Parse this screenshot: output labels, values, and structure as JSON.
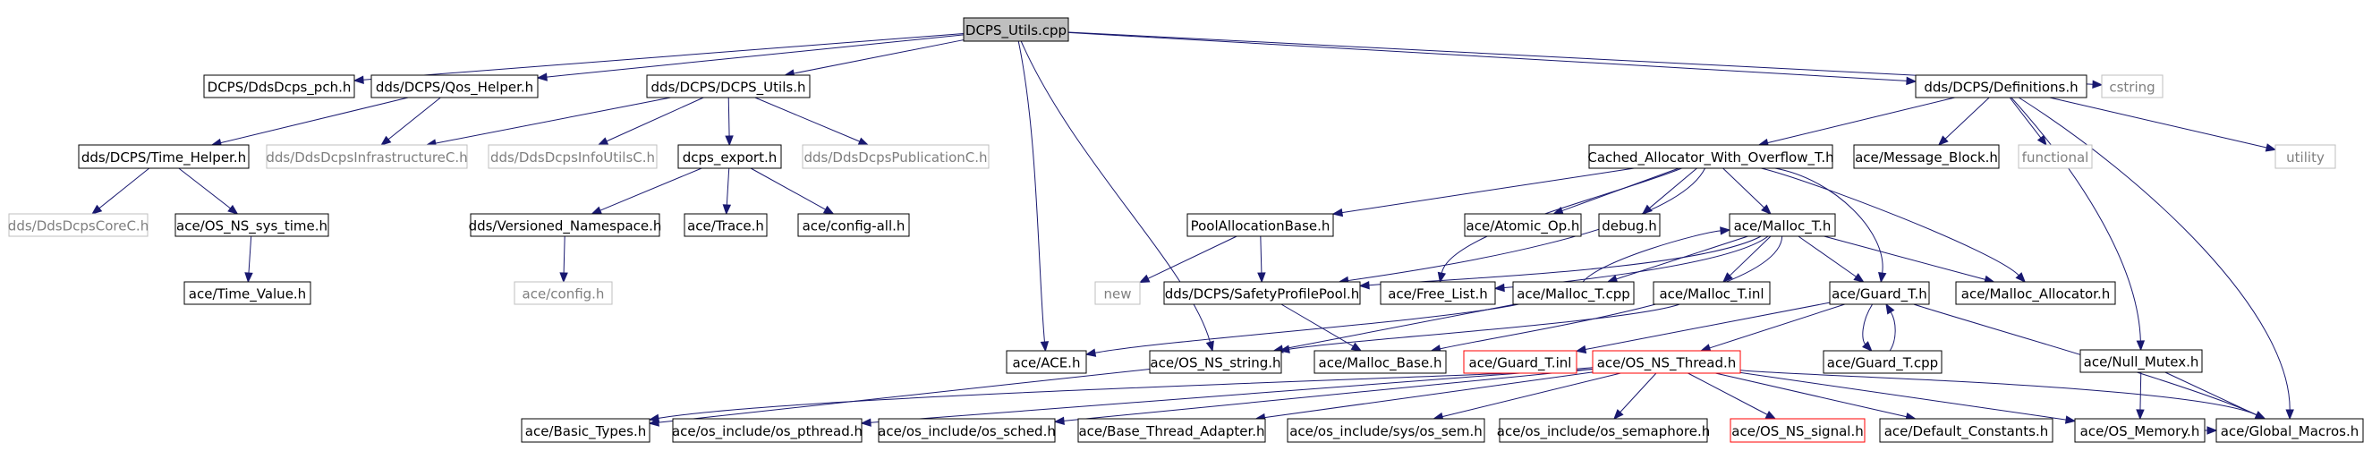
{
  "colors": {
    "edge": "#191970",
    "normal_border": "#000000",
    "normal_fill": "#ffffff",
    "root_fill": "#bfbfbf",
    "external_border": "#bfbfbf",
    "external_text": "#7f7f7f",
    "missing_border": "#ff0000",
    "text": "#000000"
  },
  "nodes": [
    {
      "id": "dcps_utils_cpp",
      "label": "DCPS_Utils.cpp",
      "style": "root"
    },
    {
      "id": "ddsdcps_pch_h",
      "label": "DCPS/DdsDcps_pch.h",
      "style": "normal"
    },
    {
      "id": "qos_helper_h",
      "label": "dds/DCPS/Qos_Helper.h",
      "style": "normal"
    },
    {
      "id": "dcps_utils_h",
      "label": "dds/DCPS/DCPS_Utils.h",
      "style": "normal"
    },
    {
      "id": "definitions_h",
      "label": "dds/DCPS/Definitions.h",
      "style": "normal"
    },
    {
      "id": "cstring",
      "label": "cstring",
      "style": "external"
    },
    {
      "id": "time_helper_h",
      "label": "dds/DCPS/Time_Helper.h",
      "style": "normal"
    },
    {
      "id": "ddsdcpsinfrastructurec_h",
      "label": "dds/DdsDcpsInfrastructureC.h",
      "style": "external"
    },
    {
      "id": "ddsdcpsinfoutilsc_h",
      "label": "dds/DdsDcpsInfoUtilsC.h",
      "style": "external"
    },
    {
      "id": "dcps_export_h",
      "label": "dcps_export.h",
      "style": "normal"
    },
    {
      "id": "ddsdcpspublicationc_h",
      "label": "dds/DdsDcpsPublicationC.h",
      "style": "external"
    },
    {
      "id": "cached_allocator_h",
      "label": "Cached_Allocator_With_Overflow_T.h",
      "style": "normal"
    },
    {
      "id": "message_block_h",
      "label": "ace/Message_Block.h",
      "style": "normal"
    },
    {
      "id": "functional",
      "label": "functional",
      "style": "external"
    },
    {
      "id": "utility",
      "label": "utility",
      "style": "external"
    },
    {
      "id": "ddsdcpscorec_h",
      "label": "dds/DdsDcpsCoreC.h",
      "style": "external"
    },
    {
      "id": "os_ns_sys_time_h",
      "label": "ace/OS_NS_sys_time.h",
      "style": "normal"
    },
    {
      "id": "versioned_namespace_h",
      "label": "dds/Versioned_Namespace.h",
      "style": "normal"
    },
    {
      "id": "trace_h",
      "label": "ace/Trace.h",
      "style": "normal"
    },
    {
      "id": "config_all_h",
      "label": "ace/config-all.h",
      "style": "normal"
    },
    {
      "id": "poolallocationbase_h",
      "label": "PoolAllocationBase.h",
      "style": "normal"
    },
    {
      "id": "atomic_op_h",
      "label": "ace/Atomic_Op.h",
      "style": "normal"
    },
    {
      "id": "debug_h",
      "label": "debug.h",
      "style": "normal"
    },
    {
      "id": "malloc_t_h",
      "label": "ace/Malloc_T.h",
      "style": "normal"
    },
    {
      "id": "time_value_h",
      "label": "ace/Time_Value.h",
      "style": "normal"
    },
    {
      "id": "config_h",
      "label": "ace/config.h",
      "style": "external"
    },
    {
      "id": "new",
      "label": "new",
      "style": "external"
    },
    {
      "id": "safetyprofilepool_h",
      "label": "dds/DCPS/SafetyProfilePool.h",
      "style": "normal"
    },
    {
      "id": "free_list_h",
      "label": "ace/Free_List.h",
      "style": "normal"
    },
    {
      "id": "malloc_t_cpp",
      "label": "ace/Malloc_T.cpp",
      "style": "normal"
    },
    {
      "id": "malloc_t_inl",
      "label": "ace/Malloc_T.inl",
      "style": "normal"
    },
    {
      "id": "guard_t_h",
      "label": "ace/Guard_T.h",
      "style": "normal"
    },
    {
      "id": "malloc_allocator_h",
      "label": "ace/Malloc_Allocator.h",
      "style": "normal"
    },
    {
      "id": "null_mutex_h",
      "label": "ace/Null_Mutex.h",
      "style": "normal"
    },
    {
      "id": "ace_h",
      "label": "ace/ACE.h",
      "style": "normal"
    },
    {
      "id": "os_ns_string_h",
      "label": "ace/OS_NS_string.h",
      "style": "normal"
    },
    {
      "id": "malloc_base_h",
      "label": "ace/Malloc_Base.h",
      "style": "normal"
    },
    {
      "id": "guard_t_inl",
      "label": "ace/Guard_T.inl",
      "style": "missing"
    },
    {
      "id": "os_ns_thread_h",
      "label": "ace/OS_NS_Thread.h",
      "style": "missing"
    },
    {
      "id": "guard_t_cpp",
      "label": "ace/Guard_T.cpp",
      "style": "normal"
    },
    {
      "id": "basic_types_h",
      "label": "ace/Basic_Types.h",
      "style": "normal"
    },
    {
      "id": "os_pthread_h",
      "label": "ace/os_include/os_pthread.h",
      "style": "normal"
    },
    {
      "id": "os_sched_h",
      "label": "ace/os_include/os_sched.h",
      "style": "normal"
    },
    {
      "id": "base_thread_adapter_h",
      "label": "ace/Base_Thread_Adapter.h",
      "style": "normal"
    },
    {
      "id": "os_sem_h",
      "label": "ace/os_include/sys/os_sem.h",
      "style": "normal"
    },
    {
      "id": "os_semaphore_h",
      "label": "ace/os_include/os_semaphore.h",
      "style": "normal"
    },
    {
      "id": "os_ns_signal_h",
      "label": "ace/OS_NS_signal.h",
      "style": "missing"
    },
    {
      "id": "default_constants_h",
      "label": "ace/Default_Constants.h",
      "style": "normal"
    },
    {
      "id": "os_memory_h",
      "label": "ace/OS_Memory.h",
      "style": "normal"
    },
    {
      "id": "global_macros_h",
      "label": "ace/Global_Macros.h",
      "style": "normal"
    }
  ]
}
